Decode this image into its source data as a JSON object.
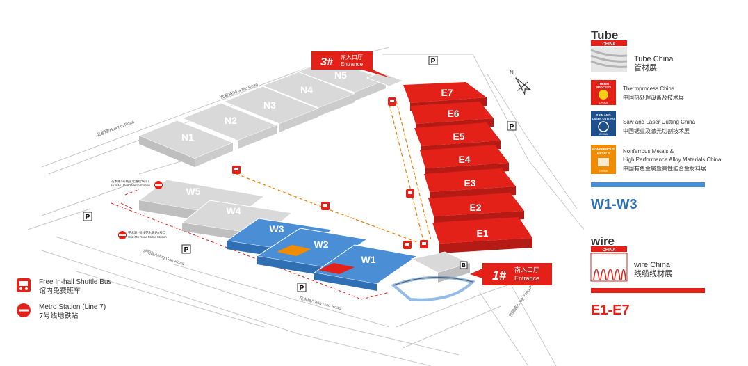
{
  "colors": {
    "tube": "#4a8fd6",
    "wire": "#e32119",
    "other": "#d9d9d9",
    "shuttle_route": "#ee7d00",
    "red_dash": "#e32119"
  },
  "halls": {
    "n1": "N1",
    "n2": "N2",
    "n3": "N3",
    "n4": "N4",
    "n5": "N5",
    "w1": "W1",
    "w2": "W2",
    "w3": "W3",
    "w4": "W4",
    "w5": "W5",
    "e1": "E1",
    "e2": "E2",
    "e3": "E3",
    "e4": "E4",
    "e5": "E5",
    "e6": "E6",
    "e7": "E7"
  },
  "entrances": {
    "east": {
      "number": "3#",
      "cn": "东入口厅",
      "en": "Entrance"
    },
    "south": {
      "number": "1#",
      "cn": "南入口厅",
      "en": "Entrance"
    }
  },
  "roads": {
    "north": "北翟路/Hua Mu Road",
    "south_1": "龙阳路/Yang Gao Road",
    "south_2": "花木路/Yang Gao Road",
    "east": "龙阳路/Long Yang Road"
  },
  "stations": {
    "s1": "花木路7号线花木路站2号口",
    "s1_en": "Hua Mu Road Metro Station",
    "s2": "花木路7号线花木路站2号口",
    "s2_en": "Hua Mu Road Metro Station"
  },
  "map_marks": {
    "parking": "P",
    "bus": "B",
    "north_arrow": "N"
  },
  "legend": {
    "tube_logo": "Tube",
    "tube_logo_sub": "CHINA",
    "tube_name": "Tube China",
    "tube_cn": "管材展",
    "therm_logo_1": "THERM",
    "therm_logo_2": "PROCESS",
    "therm_logo_sub": "CHINA",
    "therm_name": "Thermprocess China",
    "therm_cn": "中国热处理设备及技术展",
    "saw_logo_1": "SAW AND",
    "saw_logo_2": "LASER CUTTING",
    "saw_logo_sub": "CHINA",
    "saw_name": "Saw and Laser Cutting China",
    "saw_cn": "中国锯业及激光切割技术展",
    "nonf_logo_1": "NONFERROUS",
    "nonf_logo_2": "METALS",
    "nonf_logo_sub": "CHINA",
    "nonf_name_1": "Nonferrous Metals &",
    "nonf_name_2": "High Performance Alloy Materials China",
    "nonf_cn": "中国有色金属暨高性能合金材料展",
    "tube_halls": "W1-W3",
    "wire_logo": "wire",
    "wire_logo_sub": "CHINA",
    "wire_name": "wire China",
    "wire_cn": "线缆线材展",
    "wire_halls": "E1-E7",
    "shuttle_en": "Free In-hall Shuttle Bus",
    "shuttle_cn": "馆内免费班车",
    "metro_en": "Metro Station (Line 7)",
    "metro_cn": "7号线地铁站"
  }
}
